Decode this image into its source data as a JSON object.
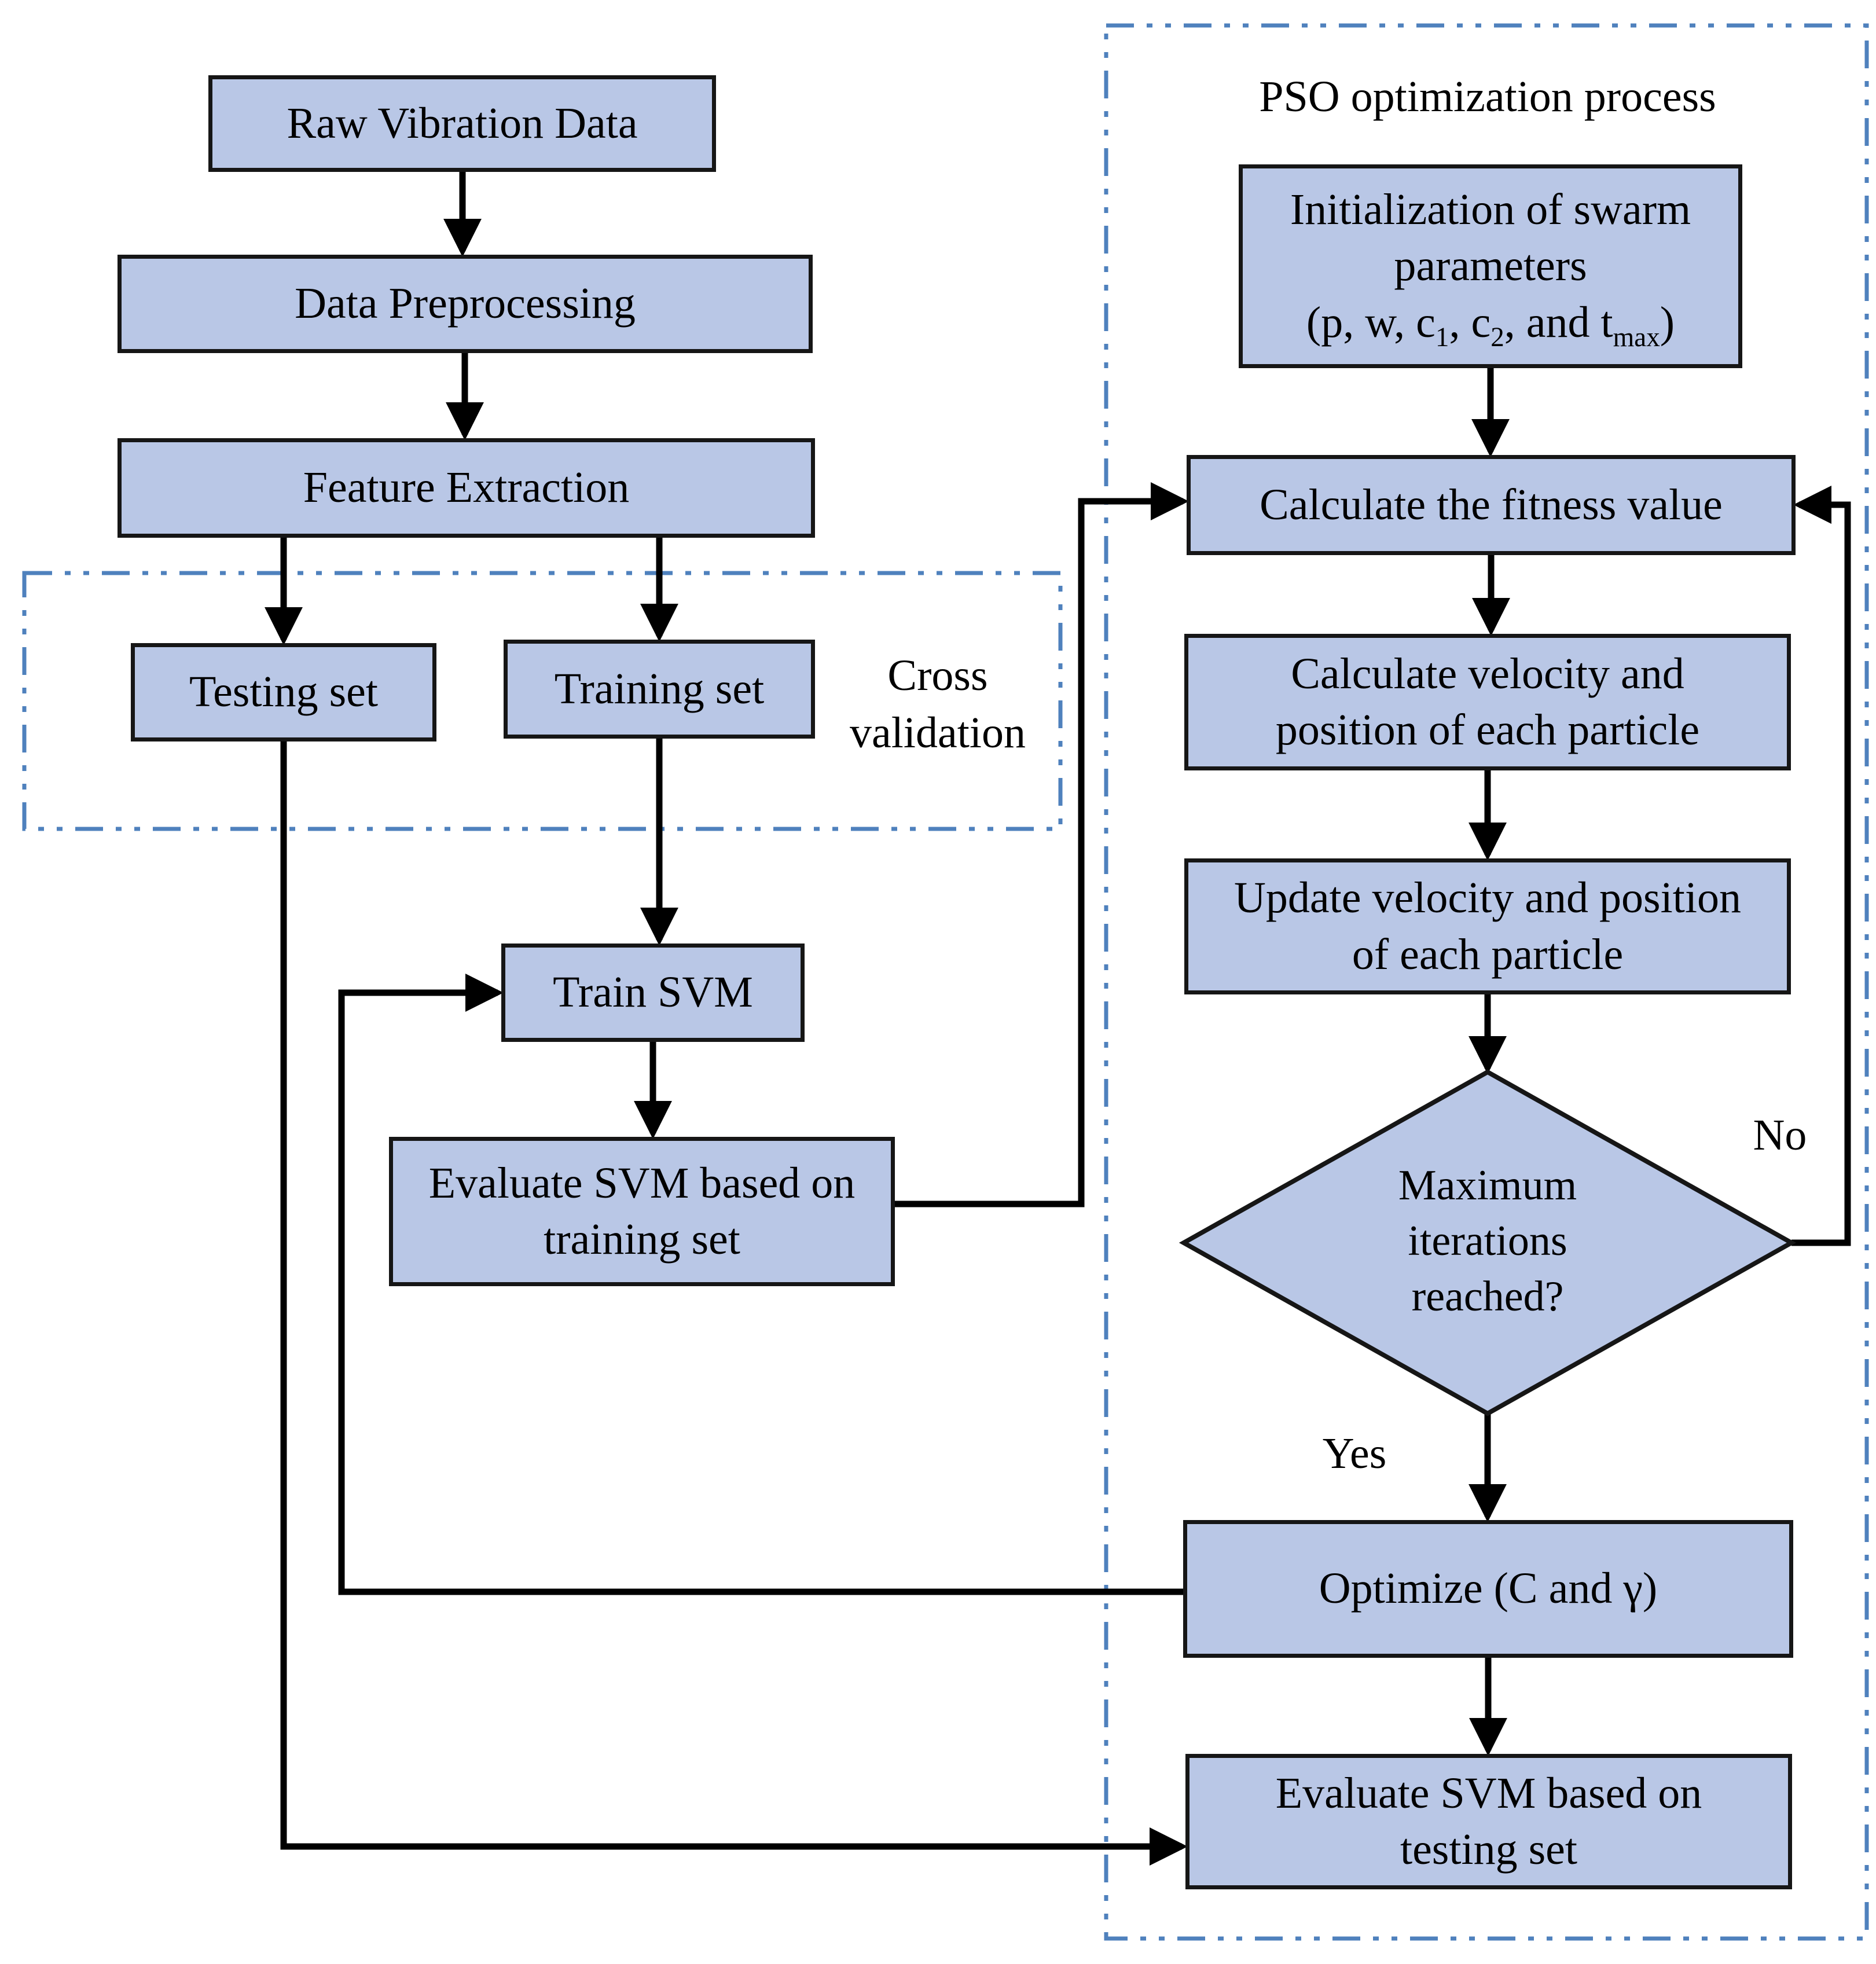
{
  "colors": {
    "node_fill": "#b9c7e6",
    "node_border": "#161616",
    "region_dash_border": "#4f81bd",
    "connector": "#000000"
  },
  "labels": {
    "pso_title": "PSO optimization process",
    "cross_validation": [
      "Cross",
      "validation"
    ],
    "no": "No",
    "yes": "Yes"
  },
  "nodes": {
    "raw": {
      "label": "Raw Vibration Data"
    },
    "preprocess": {
      "label": "Data Preprocessing"
    },
    "feature": {
      "label": "Feature Extraction"
    },
    "testing": {
      "label": "Testing set"
    },
    "training": {
      "label": "Training set"
    },
    "train_svm": {
      "label": "Train SVM"
    },
    "evaluate_training": {
      "lines": [
        "Evaluate SVM based on",
        "training set"
      ]
    },
    "init_swarm": {
      "lines": [
        "Initialization of swarm",
        "parameters"
      ],
      "formula": {
        "a": "(p, w, c",
        "sub1": "1",
        "b": ", c",
        "sub2": "2",
        "c": ", and t",
        "submax": "max",
        "d": ")"
      }
    },
    "fitness": {
      "label": "Calculate the fitness value"
    },
    "calc_velocity": {
      "lines": [
        "Calculate velocity and",
        "position of each particle"
      ]
    },
    "update_velocity": {
      "lines": [
        "Update velocity and position",
        "of each particle"
      ]
    },
    "max_iterations": {
      "lines": [
        "Maximum",
        "iterations",
        "reached?"
      ]
    },
    "optimize": {
      "label": "Optimize (C and γ)"
    },
    "evaluate_testing": {
      "lines": [
        "Evaluate SVM based on",
        "testing set"
      ]
    }
  }
}
